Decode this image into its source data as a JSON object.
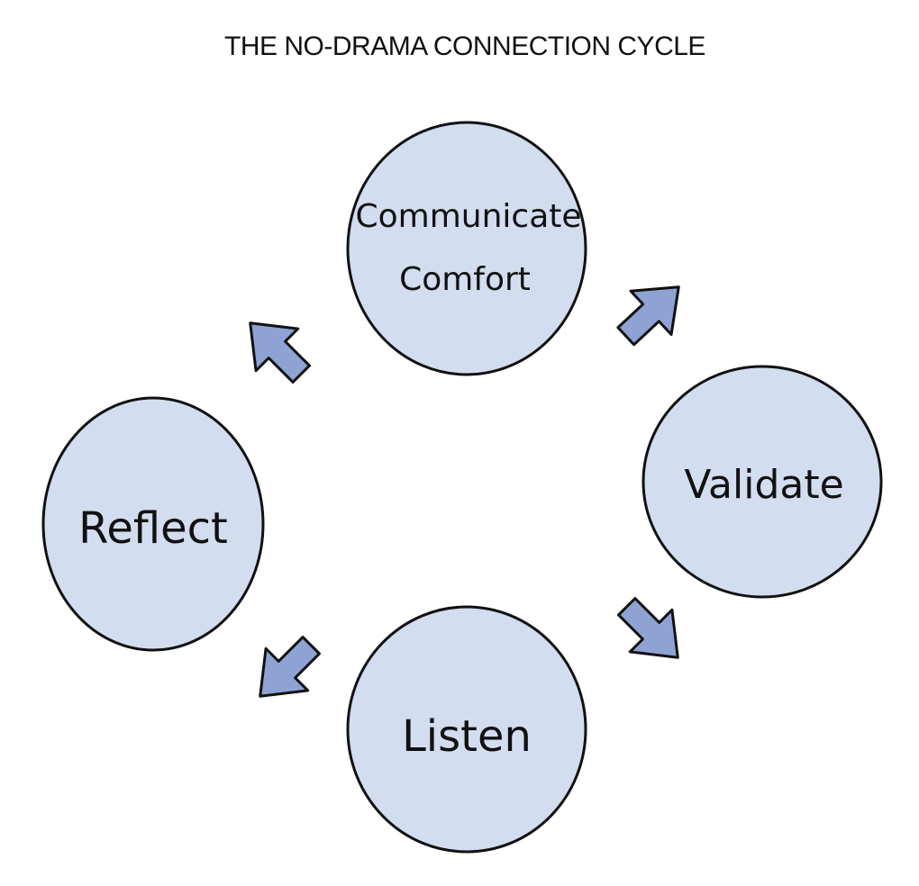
{
  "title": "THE NO-DRAMA CONNECTION CYCLE",
  "colors": {
    "circle_fill": "#d3ddf0",
    "arrow_fill": "#8ea3d4",
    "stroke": "#111111"
  },
  "nodes": [
    {
      "id": "communicate-comfort",
      "lines": [
        "Communicate",
        "Comfort"
      ]
    },
    {
      "id": "validate",
      "lines": [
        "Validate"
      ]
    },
    {
      "id": "listen",
      "lines": [
        "Listen"
      ]
    },
    {
      "id": "reflect",
      "lines": [
        "Reflect"
      ]
    }
  ],
  "edges": [
    {
      "from": "communicate-comfort",
      "to": "validate"
    },
    {
      "from": "validate",
      "to": "listen"
    },
    {
      "from": "listen",
      "to": "reflect"
    },
    {
      "from": "reflect",
      "to": "communicate-comfort"
    }
  ]
}
